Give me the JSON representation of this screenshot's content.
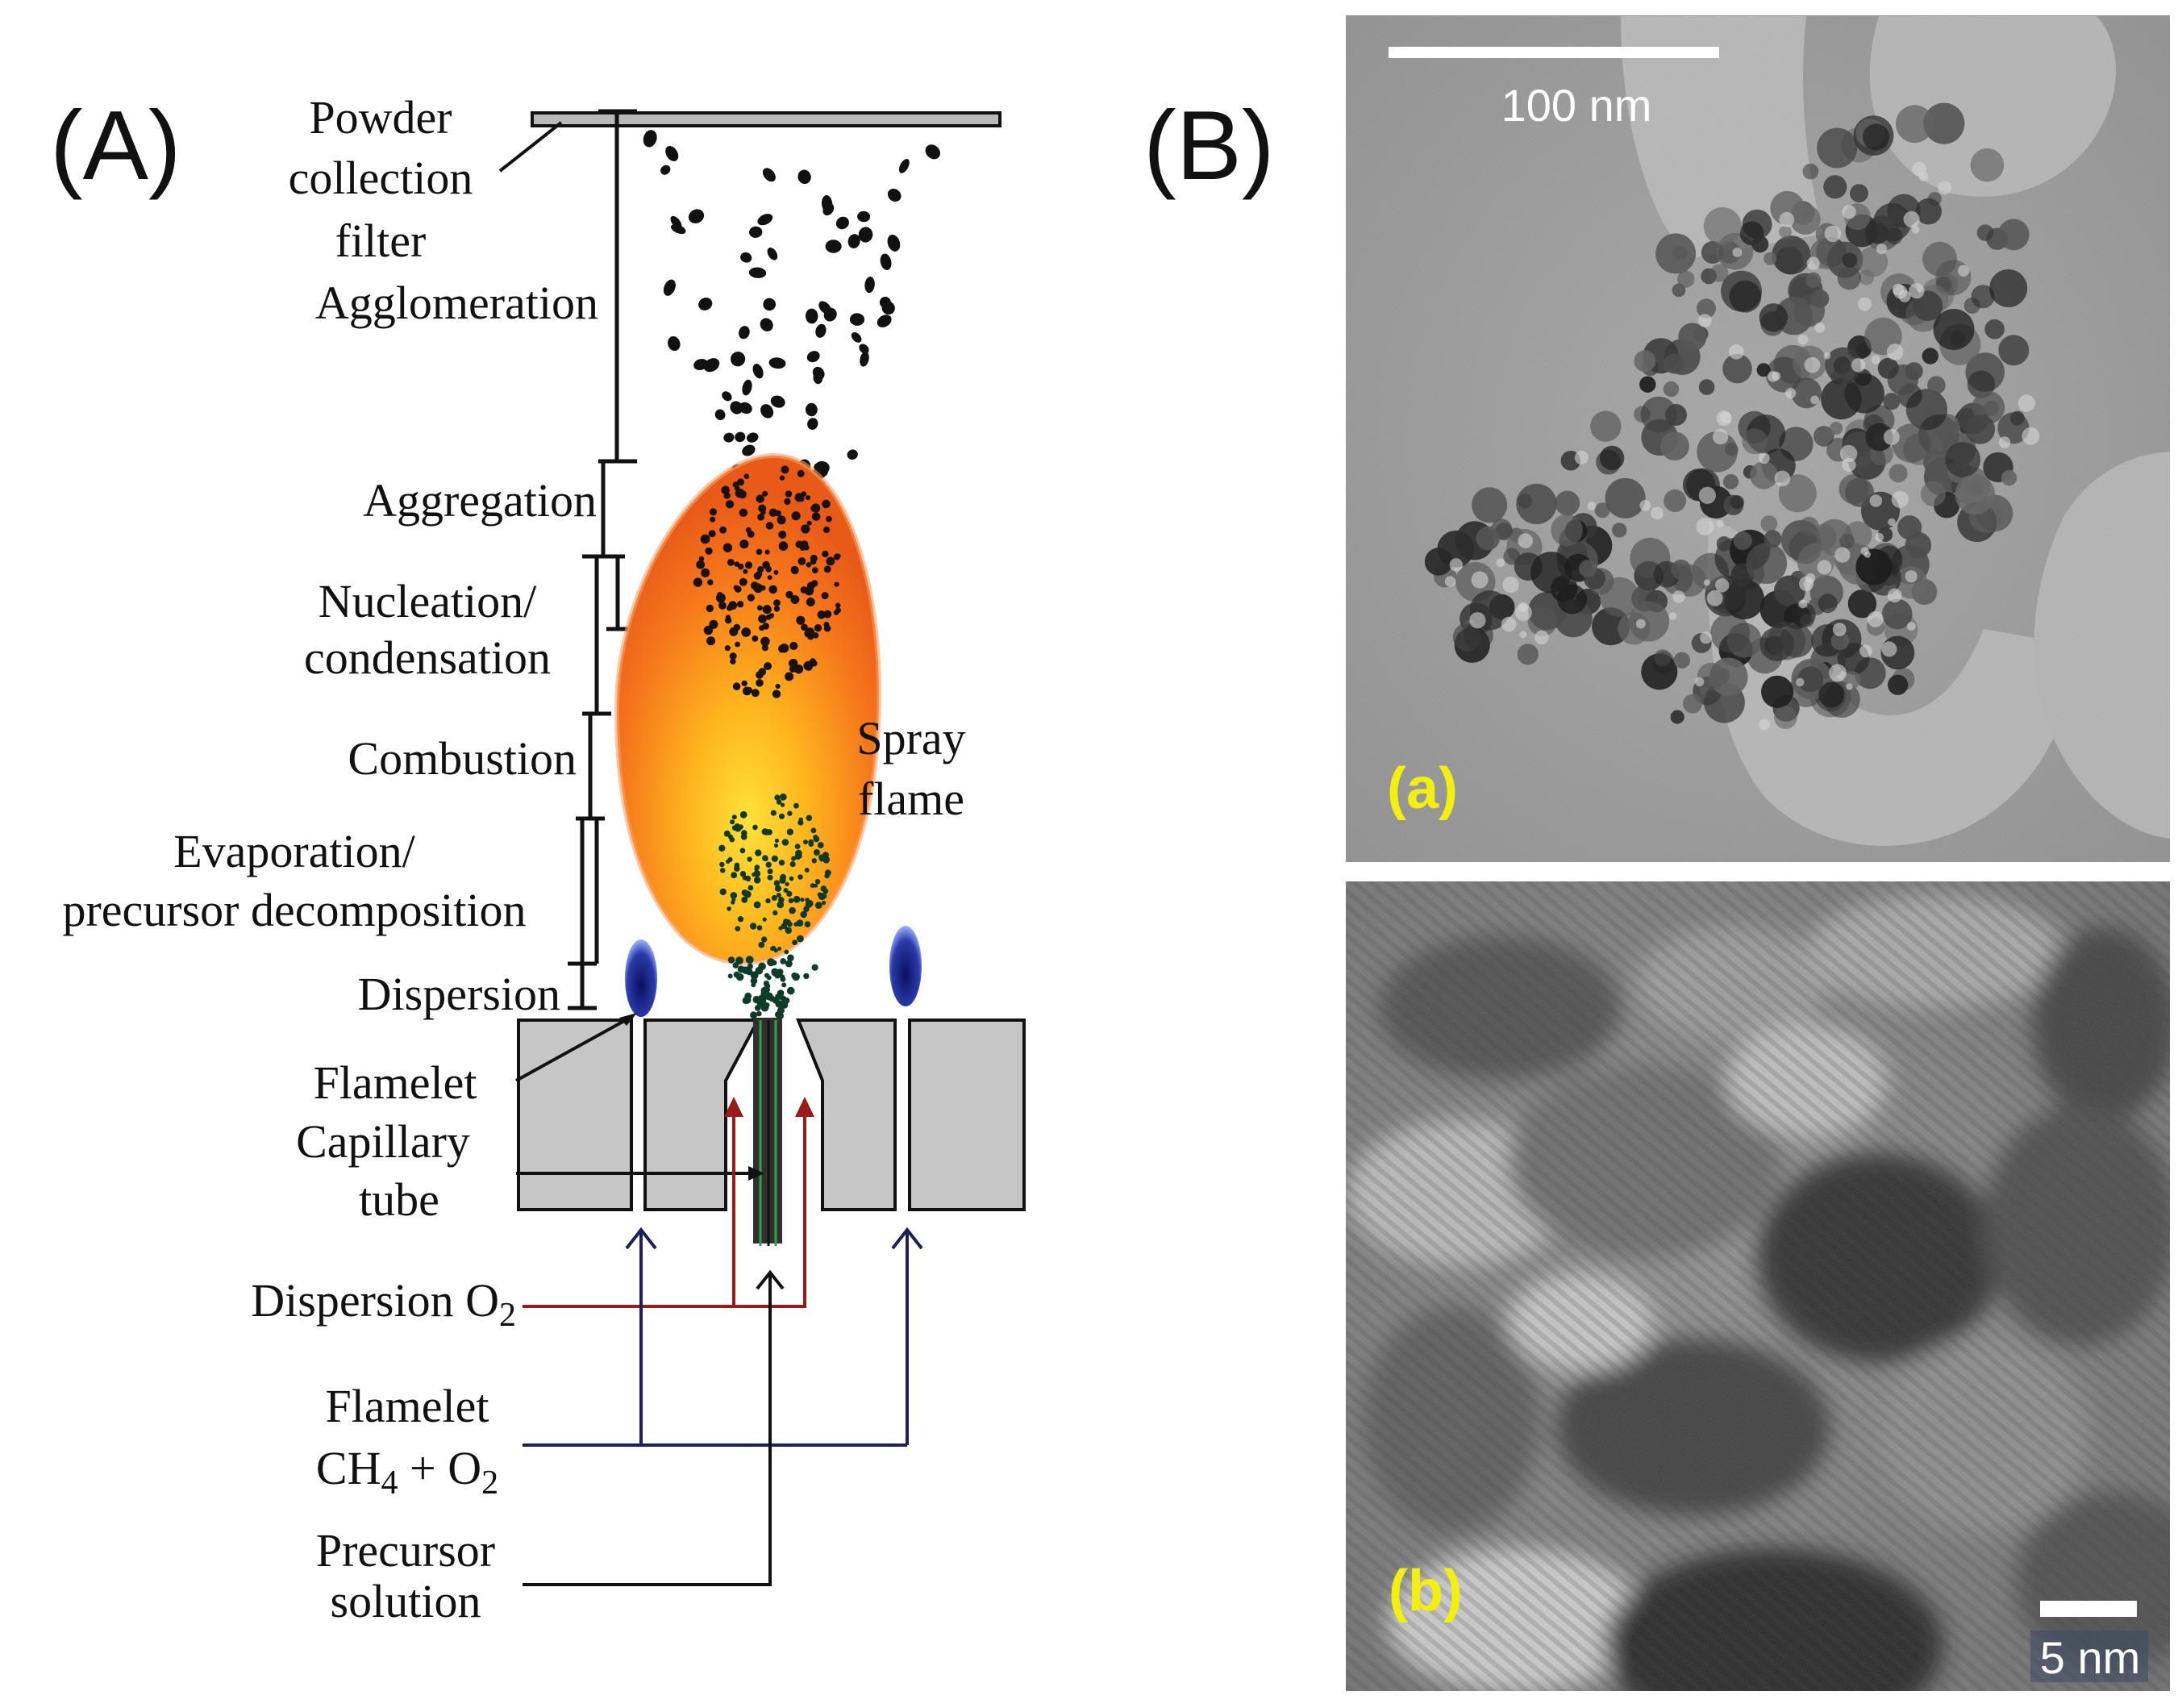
{
  "panel_a": {
    "label": "(A)",
    "stages": {
      "powder_l1": "Powder",
      "powder_l2": "collection",
      "powder_l3": "filter",
      "agglomeration": "Agglomeration",
      "aggregation": "Aggregation",
      "nucleation_l1": "Nucleation/",
      "nucleation_l2": "condensation",
      "combustion": "Combustion",
      "evaporation_l1": "Evaporation/",
      "evaporation_l2": "precursor decomposition",
      "dispersion": "Dispersion"
    },
    "flame_l1": "Spray",
    "flame_l2": "flame",
    "burner": {
      "flamelet": "Flamelet",
      "capillary_l1": "Capillary",
      "capillary_l2": "tube"
    },
    "feeds": {
      "dispersion_o2_text": "Dispersion O",
      "dispersion_o2_sub": "2",
      "flamelet": "Flamelet",
      "ch4_a": "CH",
      "ch4_sub": "4",
      "ch4_b": " + O",
      "ch4_sub2": "2",
      "precursor_l1": "Precursor",
      "precursor_l2": "solution"
    },
    "colors": {
      "flame_outer": "#f06a1a",
      "flame_core": "#ffd21f",
      "burner_fill": "#c8c8c8",
      "o2_line": "#9a1b1b",
      "gas_line": "#1c1f5a",
      "flamelet_blue": "#1a2a8a"
    }
  },
  "panel_b": {
    "label": "(B)",
    "image_a": {
      "tag": "(a)",
      "scale_bar": "100 nm"
    },
    "image_b": {
      "tag": "(b)",
      "scale_bar": "5 nm"
    },
    "colors": {
      "tag": "#f3ef10"
    }
  }
}
